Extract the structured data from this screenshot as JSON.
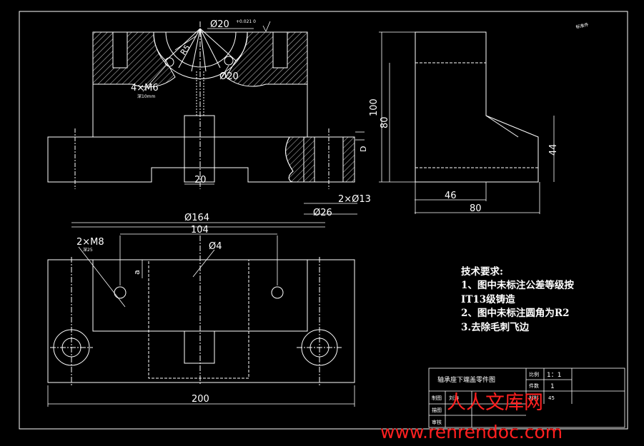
{
  "corner_mark": "标准件",
  "front_view": {
    "dim_bore": "Ø20",
    "dim_bore_tol": "+0.021 0",
    "dim_r": "R5",
    "dim_pin": "Ø20",
    "dim_screws": "4×M6",
    "dim_screws_note": "深10mm",
    "dim_width_20": "20",
    "dim_hole_13": "2×Ø13",
    "dim_cbore_26": "Ø26",
    "dim_depth": "D"
  },
  "side_view": {
    "dim_100": "100",
    "dim_80": "80",
    "dim_44": "44",
    "dim_46": "46",
    "dim_80_bottom": "80"
  },
  "top_view": {
    "dim_164": "Ø164",
    "dim_104": "104",
    "dim_m8": "2×M8",
    "dim_m8_note": "深25",
    "dim_phi4": "Ø4",
    "dim_a": "a",
    "dim_200": "200"
  },
  "notes": [
    "技术要求:",
    "1、图中未标注公差等级按",
    "IT13级铸造",
    "2、图中未标注圆角为R2",
    "3.去除毛刺飞边"
  ],
  "title_block": {
    "title": "轴承座下端盖零件图",
    "scale_label": "比例",
    "scale_value": "1：1",
    "qty_label": "件数",
    "qty_value": "1",
    "material_label": "材料",
    "material_value": "45",
    "drawn_label": "制图",
    "drawn_value": "刘涛",
    "draft_label": "描图",
    "check_label": "审核"
  },
  "watermark": {
    "brand": "人人文库网",
    "url": "www.renrendoc.com"
  },
  "colors": {
    "background": "#000000",
    "lines": "#ffffff",
    "watermark": "#ff2020"
  }
}
